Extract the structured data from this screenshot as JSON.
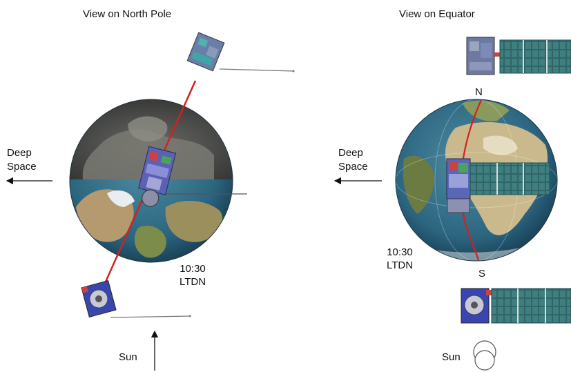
{
  "left_panel": {
    "title": "View on North Pole",
    "deep_space_line1": "Deep",
    "deep_space_line2": "Space",
    "ltdn_time": "10:30",
    "ltdn_label": "LTDN",
    "sun_label": "Sun"
  },
  "right_panel": {
    "title": "View on Equator",
    "deep_space_line1": "Deep",
    "deep_space_line2": "Space",
    "ltdn_time": "10:30",
    "ltdn_label": "LTDN",
    "north_label": "N",
    "south_label": "S",
    "sun_label": "Sun"
  },
  "colors": {
    "orbit_line": "#d42020",
    "ocean": "#2f6f8a",
    "land": "#b9a47a",
    "night_side": "#4a4a4a",
    "solar_panel": "#3d7a7a",
    "satellite_body": "#6d6fb0"
  }
}
